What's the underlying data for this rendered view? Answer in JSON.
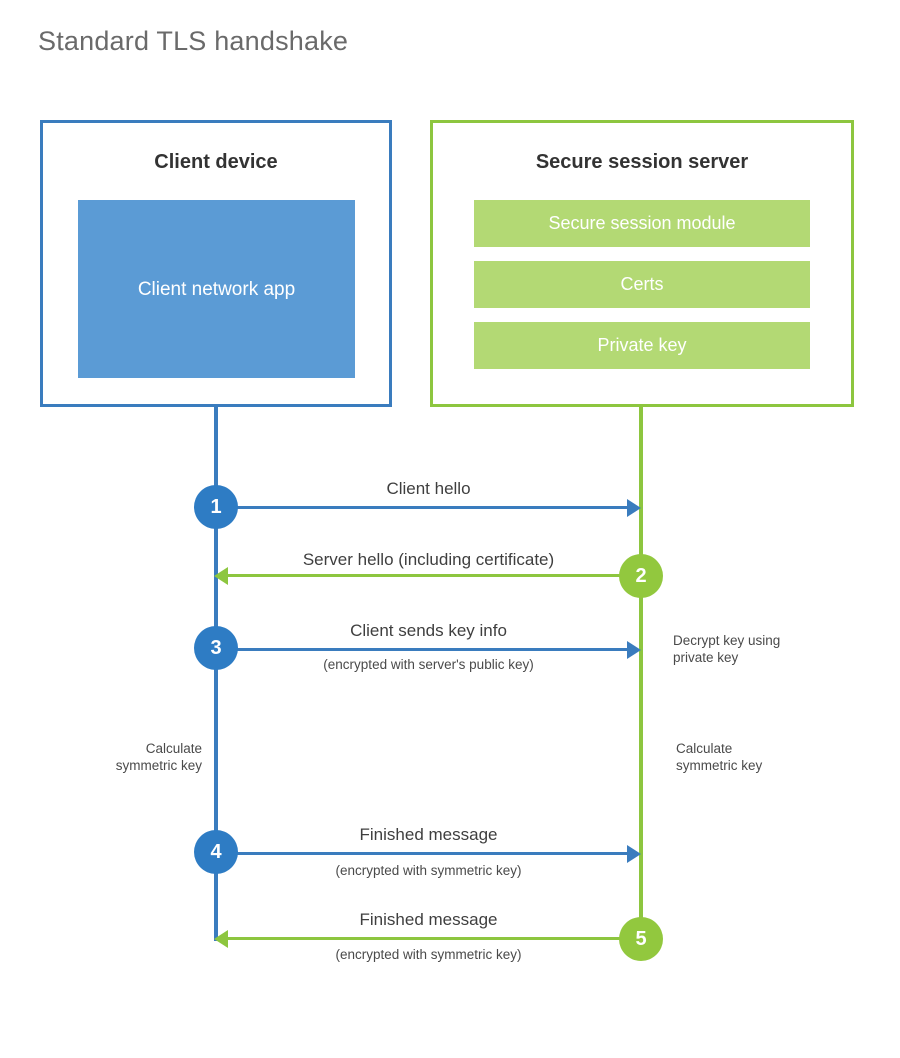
{
  "title": "Standard TLS handshake",
  "colors": {
    "client_border": "#3A7CBE",
    "client_fill": "#5B9BD5",
    "server_border": "#8DC63F",
    "server_fill": "#B3D974",
    "client_circle": "#2E7CC4",
    "server_circle": "#92C83E",
    "title_text": "#6a6a6a",
    "body_text": "#3f3f3f"
  },
  "participants": {
    "client": {
      "title": "Client device",
      "block_label": "Client network app"
    },
    "server": {
      "title": "Secure session server",
      "blocks": [
        {
          "label": "Secure session module"
        },
        {
          "label": "Certs"
        },
        {
          "label": "Private key"
        }
      ]
    }
  },
  "steps": [
    {
      "number": "1",
      "label": "Client hello",
      "sublabel": "",
      "direction": "client-to-server",
      "color": "blue"
    },
    {
      "number": "2",
      "label": "Server hello (including certificate)",
      "sublabel": "",
      "direction": "server-to-client",
      "color": "green"
    },
    {
      "number": "3",
      "label": "Client sends key info",
      "sublabel": "(encrypted with server's public key)",
      "direction": "client-to-server",
      "color": "blue"
    },
    {
      "number": "4",
      "label": "Finished message",
      "sublabel": "(encrypted with symmetric key)",
      "direction": "client-to-server",
      "color": "blue"
    },
    {
      "number": "5",
      "label": "Finished message",
      "sublabel": "(encrypted with symmetric key)",
      "direction": "server-to-client",
      "color": "green"
    }
  ],
  "notes": {
    "decrypt_key": "Decrypt key using\nprivate key",
    "decrypt_key_line1": "Decrypt key using",
    "decrypt_key_line2": "private key",
    "client_calculate_line1": "Calculate",
    "client_calculate_line2": "symmetric key",
    "server_calculate_line1": "Calculate",
    "server_calculate_line2": "symmetric key"
  }
}
